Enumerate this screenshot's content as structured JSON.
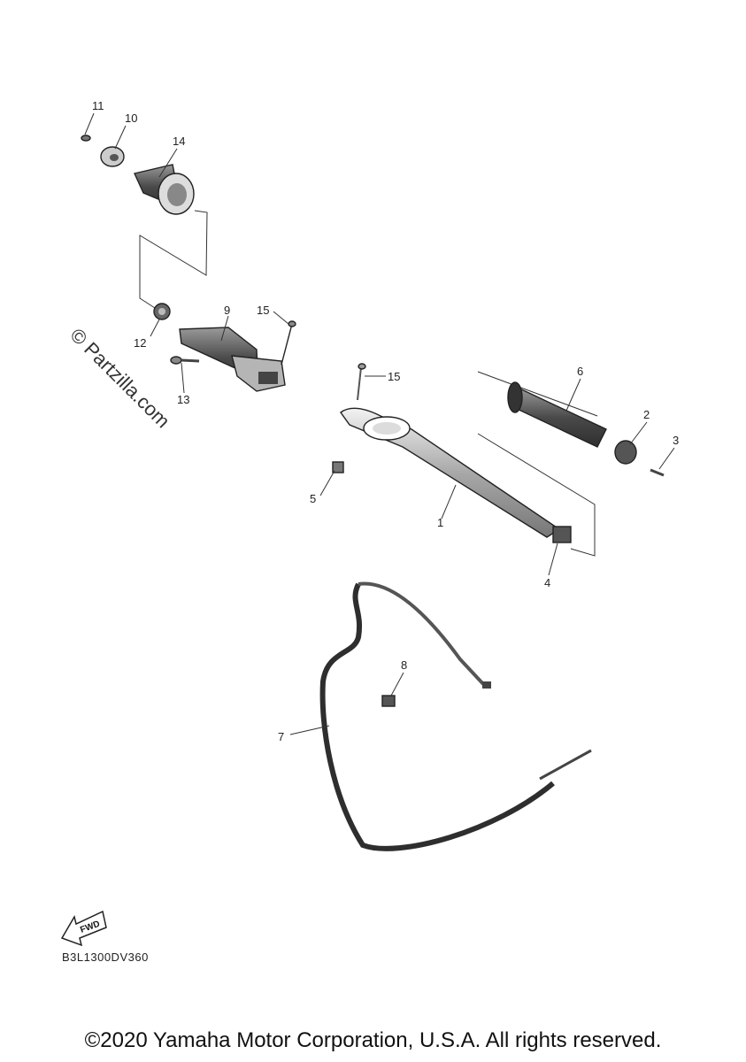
{
  "diagram_code": "B3L1300DV360",
  "watermark": "© Partzilla.com",
  "fwd_label": "FWD",
  "copyright": "©2020 Yamaha Motor Corporation, U.S.A. All rights reserved.",
  "callouts": {
    "c1": "1",
    "c2": "2",
    "c3": "3",
    "c4": "4",
    "c5": "5",
    "c6": "6",
    "c7": "7",
    "c8": "8",
    "c9": "9",
    "c10": "10",
    "c11": "11",
    "c12": "12",
    "c13": "13",
    "c14": "14",
    "c15a": "15",
    "c15b": "15"
  }
}
